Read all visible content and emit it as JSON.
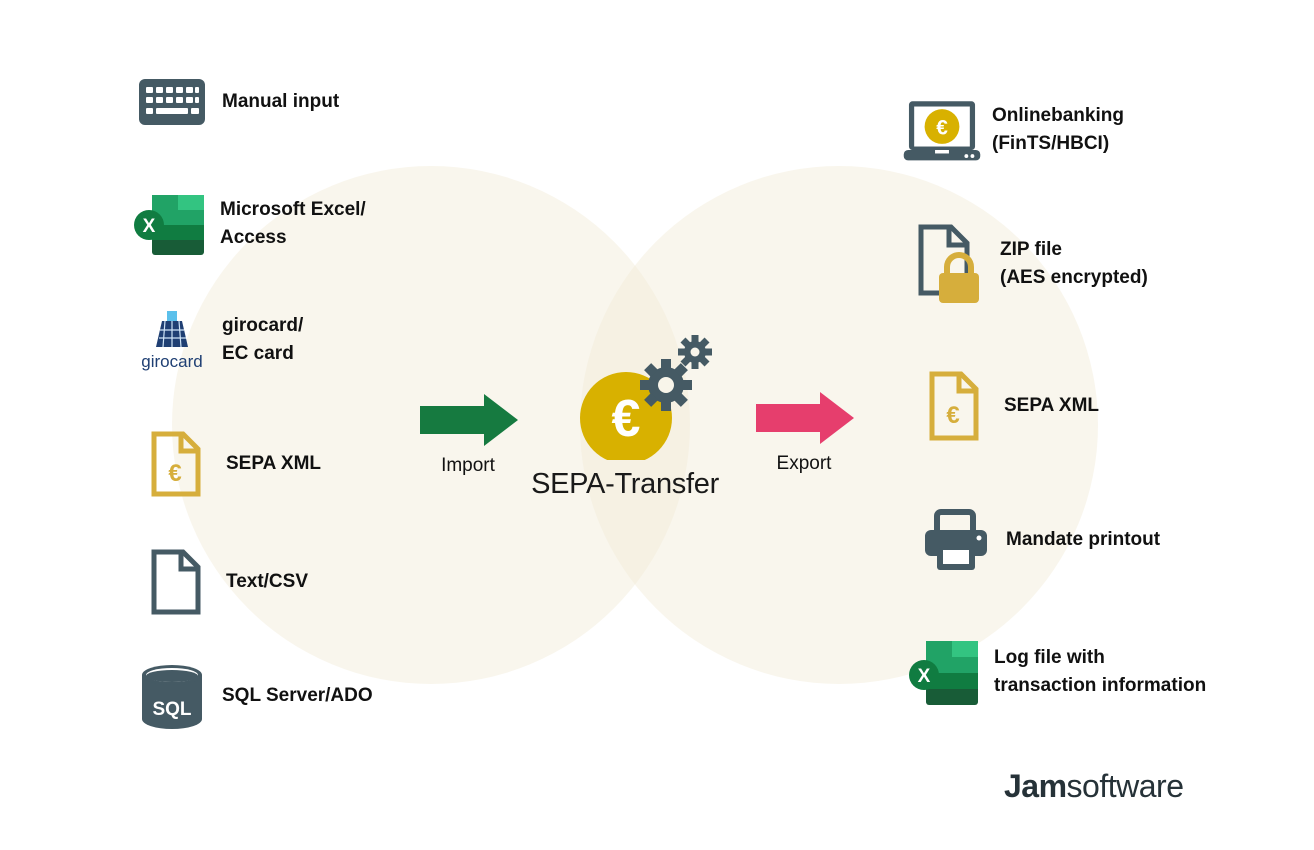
{
  "colors": {
    "slate": "#455a64",
    "gold": "#d8b100",
    "gold_doc": "#d6ae3c",
    "import_arrow": "#167a40",
    "export_arrow": "#e63e6d",
    "excel_dark": "#185c37",
    "excel_mid": "#21a366",
    "excel_light": "#33c481",
    "girocard_blue": "#1f3f73",
    "circle_fill": "#f5f0e1"
  },
  "inputs": [
    {
      "label": "Manual input",
      "icon": "keyboard-icon"
    },
    {
      "label": "Microsoft Excel/\nAccess",
      "icon": "excel-icon"
    },
    {
      "label": "girocard/\nEC card",
      "icon": "girocard-icon"
    },
    {
      "label": "SEPA XML",
      "icon": "euro-document-icon"
    },
    {
      "label": "Text/CSV",
      "icon": "document-icon"
    },
    {
      "label": "SQL Server/ADO",
      "icon": "database-icon"
    }
  ],
  "outputs": [
    {
      "label": "Onlinebanking\n(FinTS/HBCI)",
      "icon": "laptop-euro-icon"
    },
    {
      "label": "ZIP file\n(AES encrypted)",
      "icon": "locked-document-icon"
    },
    {
      "label": "SEPA XML",
      "icon": "euro-document-icon"
    },
    {
      "label": "Mandate printout",
      "icon": "printer-icon"
    },
    {
      "label": "Log file with\ntransaction information",
      "icon": "excel-icon"
    }
  ],
  "icon_text": {
    "girocard": "girocard",
    "sql": "SQL",
    "euro": "€",
    "excel_x": "X"
  },
  "flow": {
    "import_label": "Import",
    "export_label": "Export",
    "center_title": "SEPA-Transfer"
  },
  "brand": {
    "part1": "Jam",
    "part2": "software"
  }
}
